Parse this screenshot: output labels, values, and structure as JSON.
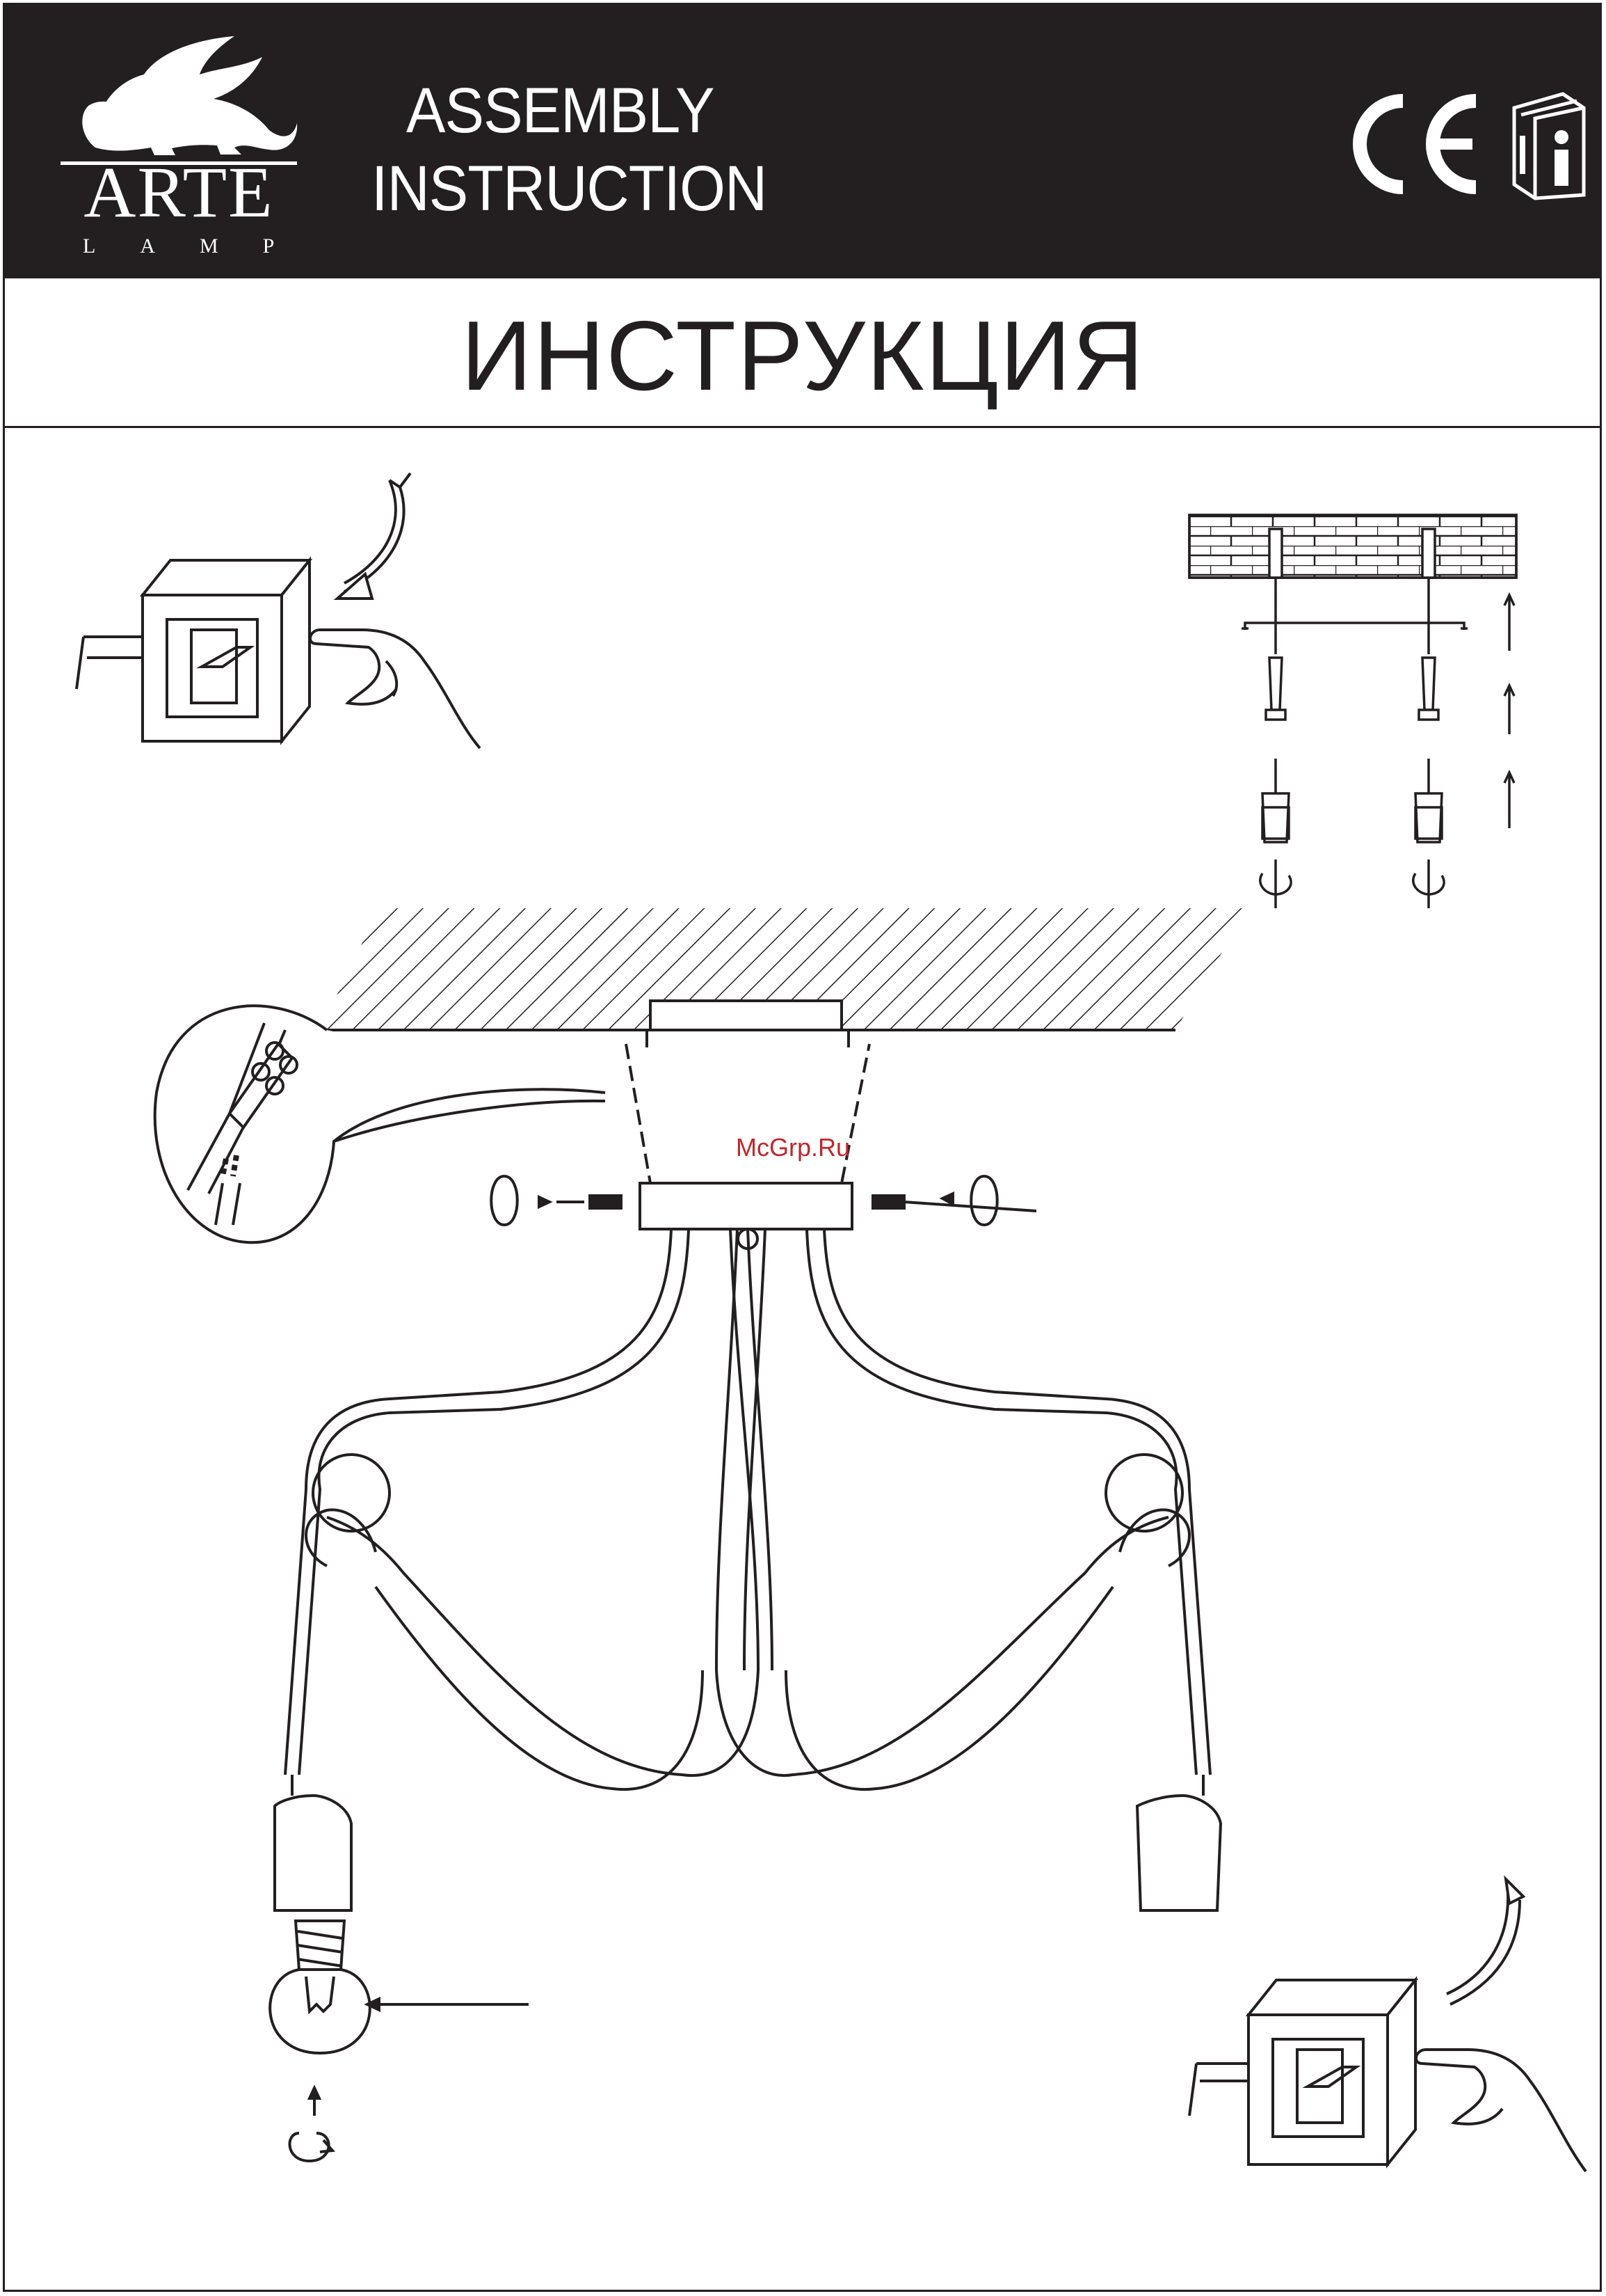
{
  "header": {
    "brand_name": "ARTE",
    "brand_sub": "LAMP",
    "title_line1": "ASSEMBLY",
    "title_line2": "INSTRUCTION",
    "mark": "CE",
    "info_icon": "manual-info-icon",
    "background_color": "#231f20"
  },
  "title_ru": "ИНСТРУКЦИЯ",
  "watermark": "McGrp.Ru",
  "colors": {
    "ink": "#231f20",
    "watermark": "#c0272d"
  },
  "steps": [
    {
      "name": "power-off-switch-step",
      "icon": "wall-switch-icon"
    },
    {
      "name": "mount-bracket-step",
      "icon": "bracket-screws-icon"
    },
    {
      "name": "wire-connection-detail",
      "icon": "terminal-block-icon"
    },
    {
      "name": "attach-chandelier-step",
      "icon": "side-screws-icon"
    },
    {
      "name": "install-bulb-step",
      "icon": "light-bulb-icon"
    },
    {
      "name": "power-on-switch-step",
      "icon": "wall-switch-icon"
    }
  ]
}
